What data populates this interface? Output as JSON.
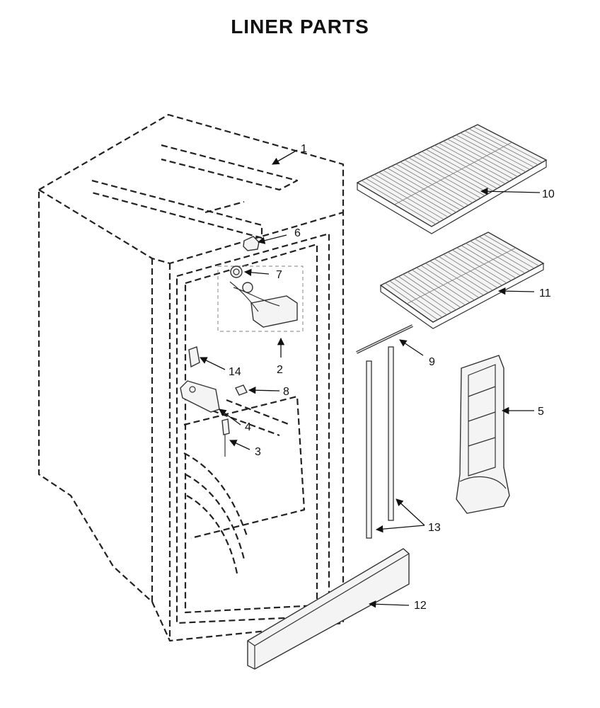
{
  "title": "LINER PARTS",
  "callouts": [
    {
      "id": "callout-1",
      "label": "1"
    },
    {
      "id": "callout-2",
      "label": "2"
    },
    {
      "id": "callout-3",
      "label": "3"
    },
    {
      "id": "callout-4",
      "label": "4"
    },
    {
      "id": "callout-5",
      "label": "5"
    },
    {
      "id": "callout-6",
      "label": "6"
    },
    {
      "id": "callout-7",
      "label": "7"
    },
    {
      "id": "callout-8",
      "label": "8"
    },
    {
      "id": "callout-9",
      "label": "9"
    },
    {
      "id": "callout-10",
      "label": "10"
    },
    {
      "id": "callout-11",
      "label": "11"
    },
    {
      "id": "callout-12",
      "label": "12"
    },
    {
      "id": "callout-13",
      "label": "13"
    },
    {
      "id": "callout-14",
      "label": "14"
    }
  ]
}
